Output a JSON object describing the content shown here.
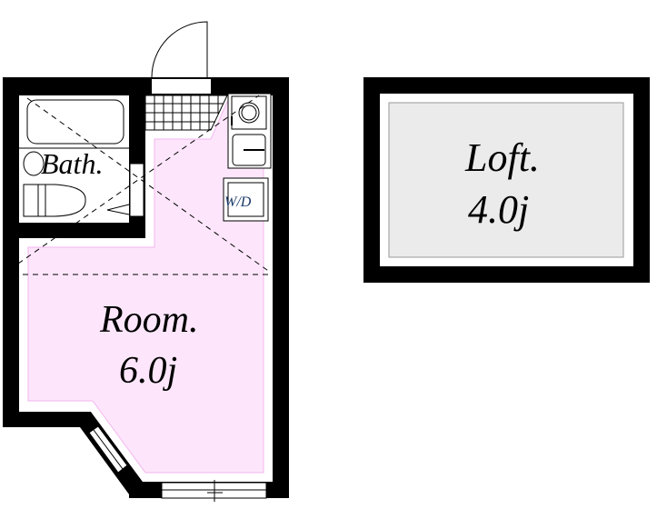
{
  "rooms": {
    "bath": {
      "label": "Bath."
    },
    "washer_dryer": {
      "label": "W/D"
    },
    "room": {
      "label": "Room.",
      "size": "6.0j"
    },
    "loft": {
      "label": "Loft.",
      "size": "4.0j"
    }
  },
  "colors": {
    "wall": "#000000",
    "room_fill": "#fde6fb",
    "room_border": "#f2b6ee",
    "loft_fill": "#ebebeb",
    "wd_text": "#1a3a6a"
  }
}
